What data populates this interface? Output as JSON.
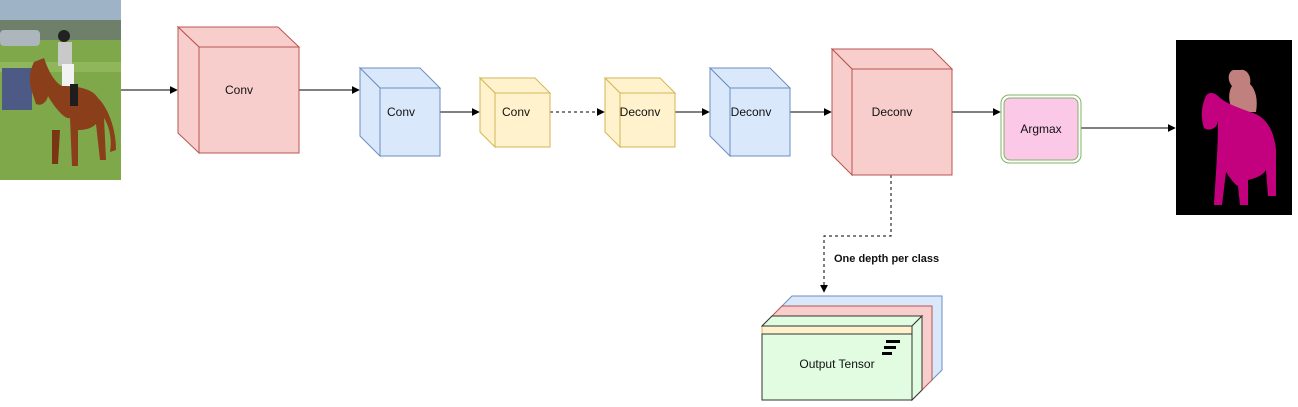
{
  "colors": {
    "red_face": "#f8cecc",
    "red_stroke": "#b85450",
    "blue_face": "#dae8fc",
    "blue_stroke": "#6c8ebf",
    "yellow_face": "#fff2cc",
    "yellow_stroke": "#d6b656",
    "green_face": "#e1fce1",
    "green_stroke": "#333333",
    "argmax_face": "#fbc8e8",
    "argmax_border": "#82b366",
    "segmentation_bg": "#000000",
    "horse_class": "#c3007e",
    "person_class": "#c0807e"
  },
  "nodes": {
    "conv1": "Conv",
    "conv2": "Conv",
    "conv3": "Conv",
    "deconv1": "Deconv",
    "deconv2": "Deconv",
    "deconv3": "Deconv",
    "argmax": "Argmax",
    "output_tensor": "Output Tensor"
  },
  "edge_labels": {
    "depth_note": "One depth per class"
  },
  "images": {
    "input": "horse-rider-photo",
    "output": "segmentation-mask"
  }
}
